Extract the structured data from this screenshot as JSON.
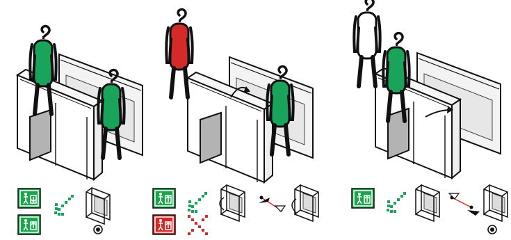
{
  "colors": {
    "allowed": "#19a35b",
    "denied": "#d32a2a",
    "outline": "#111111",
    "glass": "#dcdcdc",
    "panel_gray": "#a9a9a9",
    "sign_green": "#1ea34f"
  },
  "scenes": [
    {
      "name": "scene-1",
      "people": [
        "authorized-green",
        "authorized-green"
      ],
      "legend": {
        "signs": [
          "entry-allowed-sign",
          "exit-allowed-sign"
        ],
        "arrow": "green-dotted-arrow",
        "gate_icon": "gate-open-icon",
        "indicator": "status-dot"
      }
    },
    {
      "name": "scene-2",
      "people": [
        "unauthorized-red",
        "authorized-green"
      ],
      "legend": {
        "signs": [
          "entry-allowed-sign",
          "entry-denied-sign"
        ],
        "arrows": [
          "green-dotted-arrow",
          "red-dotted-cross"
        ],
        "gate_icons": [
          "gate-rotate-icon",
          "gate-swing-icon"
        ]
      }
    },
    {
      "name": "scene-3",
      "people": [
        "unauthorized-white",
        "authorized-green"
      ],
      "legend": {
        "signs": [
          "entry-allowed-sign"
        ],
        "arrow": "green-dotted-arrow",
        "gate_icons": [
          "gate-open-icon",
          "gate-open-icon"
        ],
        "indicator": "status-dot"
      }
    }
  ]
}
